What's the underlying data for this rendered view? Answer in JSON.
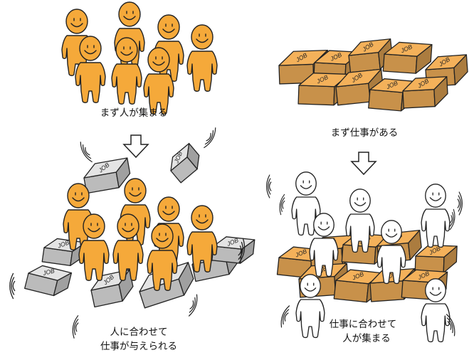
{
  "captions": {
    "left_top": "まず人が集まる",
    "right_top": "まず仕事がある",
    "left_bottom_line1": "人に合わせて",
    "left_bottom_line2": "仕事が与えられる",
    "right_bottom_line1": "仕事に合わせて",
    "right_bottom_line2": "人が集まる"
  },
  "block_label": "JOB",
  "colors": {
    "person_orange": "#f5a93a",
    "block_orange": "#f4b15a",
    "block_gray": "#e4e4e4",
    "person_white": "#ffffff",
    "outline": "#222222"
  }
}
